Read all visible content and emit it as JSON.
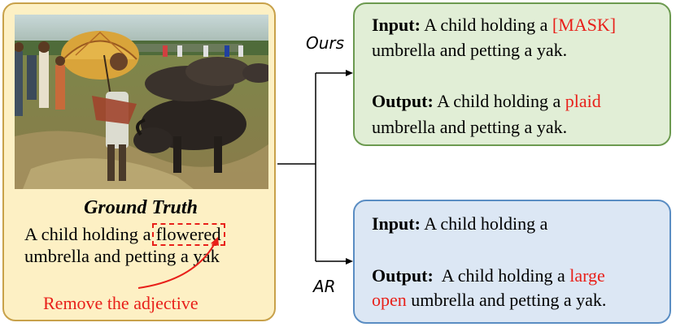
{
  "left": {
    "title": "Ground Truth",
    "line1_pre": "A child holding a",
    "line1_word": "flowered",
    "line2": "umbrella and petting a yak",
    "annotation": "Remove the adjective"
  },
  "ours": {
    "label": "Ours",
    "input_label": "Input:",
    "input_pre": "A child holding a",
    "input_mask": "[MASK]",
    "input_line2": "umbrella and petting a yak.",
    "output_label": "Output:",
    "output_pre": "A child holding a",
    "output_word": "plaid",
    "output_line2": "umbrella and petting a yak."
  },
  "ar": {
    "label": "AR",
    "input_label": "Input:",
    "input_text": "A child holding a",
    "output_label": "Output:",
    "output_pre": "A child holding a",
    "output_word1": "large",
    "output_word2": "open",
    "output_line2": "umbrella and petting a yak."
  },
  "colors": {
    "highlight_red": "#e8201a",
    "left_fill": "#fdf0c4",
    "left_border": "#c8a14a",
    "ours_fill": "#e1eed6",
    "ours_border": "#6c9a50",
    "ar_fill": "#dce7f4",
    "ar_border": "#5a8dc3"
  }
}
